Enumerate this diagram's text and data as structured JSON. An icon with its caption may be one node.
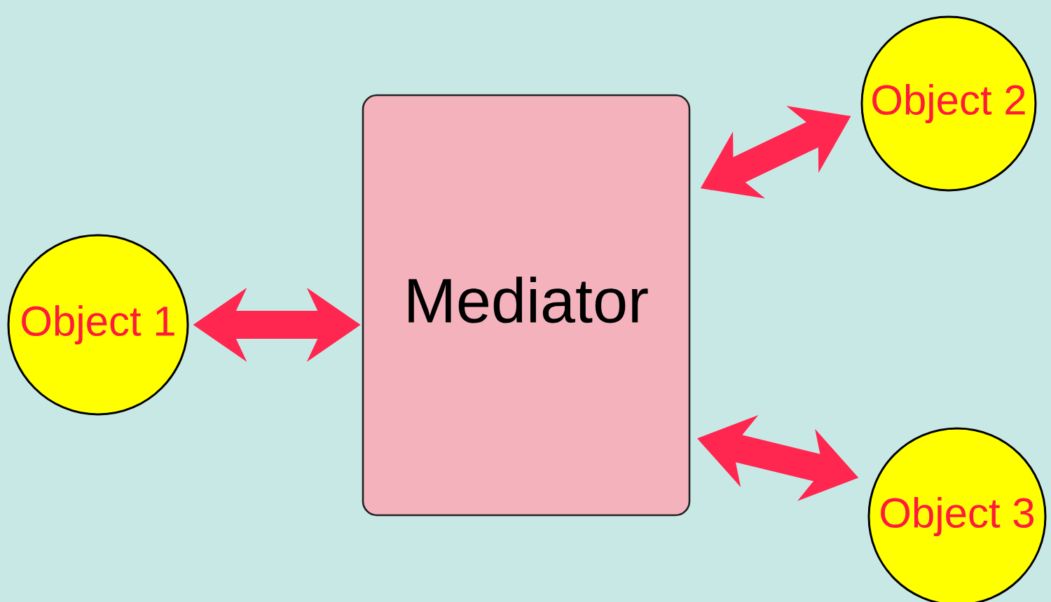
{
  "diagram": {
    "nodes": [
      {
        "text": [
          "Object 1"
        ]
      },
      {
        "text": [
          "Mediator"
        ]
      },
      {
        "text": [
          "Object 2"
        ]
      },
      {
        "text": [
          "Object 3"
        ]
      }
    ],
    "edges": [
      {
        "from": 1,
        "to": 0,
        "arrow": "both"
      },
      {
        "from": 1,
        "to": 2,
        "arrow": "both"
      },
      {
        "from": 1,
        "to": 3,
        "arrow": "both"
      }
    ]
  }
}
